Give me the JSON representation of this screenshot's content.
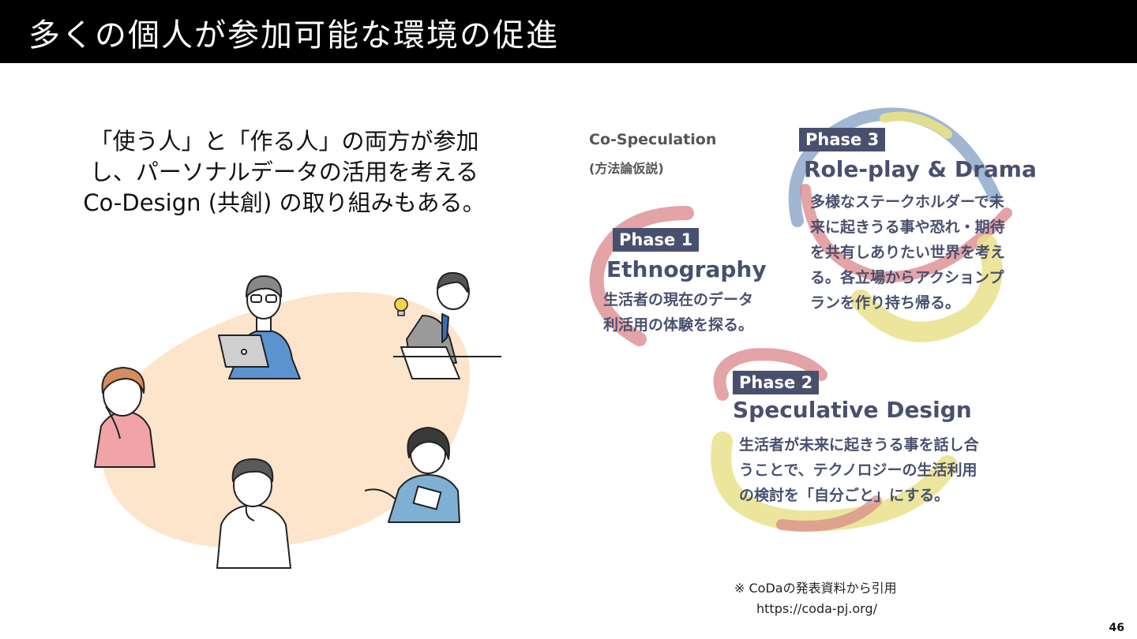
{
  "slide": {
    "title": "多くの個人が参加可能な環境の促進",
    "lead_lines": [
      "「使う人」と「作る人」の両方が参加",
      "し、パーソナルデータの活用を考える",
      "Co-Design (共創) の取り組みもある。"
    ],
    "page_number": "46"
  },
  "diagram": {
    "label": "Co-Speculation",
    "sublabel": "(方法論仮説)",
    "phases": [
      {
        "tag": "Phase 1",
        "name": "Ethnography",
        "desc_lines": [
          "生活者の現在のデータ",
          "利活用の体験を探る。"
        ]
      },
      {
        "tag": "Phase 2",
        "name": "Speculative Design",
        "desc_lines": [
          "生活者が未来に起きうる事を話し合",
          "うことで、テクノロジーの生活利用",
          "の検討を「自分ごと」にする。"
        ]
      },
      {
        "tag": "Phase 3",
        "name": "Role-play & Drama",
        "desc_lines": [
          "多様なステークホルダーで未",
          "来に起きうる事や恐れ・期待",
          "を共有しありたい世界を考え",
          "る。各立場からアクションプ",
          "ランを作り持ち帰る。"
        ]
      }
    ],
    "colors": {
      "text": "#49506e",
      "red": "#d9848a",
      "yellow": "#e8e289",
      "blue": "#8fa9c9"
    }
  },
  "source": {
    "note": "※ CoDaの発表資料から引用",
    "url": "https://coda-pj.org/"
  },
  "illustration": {
    "colors": {
      "blob": "#fde5cc",
      "blue_shirt": "#5b93cf",
      "pink": "#f0a4a8",
      "teal": "#7fb0d3",
      "gray_suit": "#9a9a9a"
    }
  }
}
